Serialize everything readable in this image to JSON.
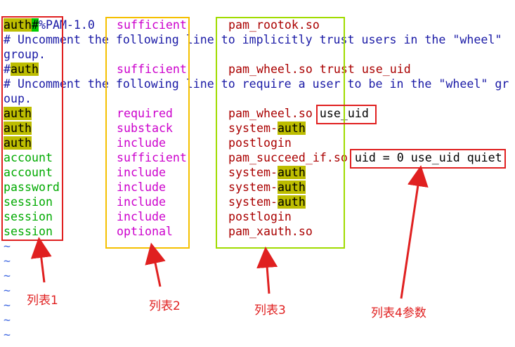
{
  "editor": {
    "header_cursor": "#",
    "header": "%PAM-1.0",
    "lines": [
      {
        "type": "rule",
        "col1": "auth",
        "col1_hl": true,
        "col2": "sufficient",
        "col3": "pam_rootok.so",
        "col3_hl": "",
        "col4": ""
      },
      {
        "type": "comment",
        "text": "# Uncomment the following line to implicitly trust users in the \"wheel\""
      },
      {
        "type": "comment",
        "text": "group."
      },
      {
        "type": "rule",
        "col1_prefix": "#",
        "col1": "auth",
        "col1_hl": true,
        "col2": "sufficient",
        "col3": "pam_wheel.so trust use_uid",
        "col3_hl": "",
        "col4": ""
      },
      {
        "type": "comment",
        "text": "# Uncomment the following line to require a user to be in the \"wheel\" gr"
      },
      {
        "type": "comment",
        "text": "oup."
      },
      {
        "type": "rule",
        "col1": "auth",
        "col1_hl": true,
        "col2": "required",
        "col3": "pam_wheel.so",
        "col3_hl": "",
        "col4": "use_uid"
      },
      {
        "type": "rule",
        "col1": "auth",
        "col1_hl": true,
        "col2": "substack",
        "col3": "system-",
        "col3_hl": "auth",
        "col4": ""
      },
      {
        "type": "rule",
        "col1": "auth",
        "col1_hl": true,
        "col2": "include",
        "col3": "postlogin",
        "col3_hl": "",
        "col4": ""
      },
      {
        "type": "rule",
        "col1": "account",
        "col1_hl": false,
        "col2": "sufficient",
        "col3": "pam_succeed_if.so",
        "col3_hl": "",
        "col4": "uid = 0 use_uid quiet"
      },
      {
        "type": "rule",
        "col1": "account",
        "col1_hl": false,
        "col2": "include",
        "col3": "system-",
        "col3_hl": "auth",
        "col4": ""
      },
      {
        "type": "rule",
        "col1": "password",
        "col1_hl": false,
        "col2": "include",
        "col3": "system-",
        "col3_hl": "auth",
        "col4": ""
      },
      {
        "type": "rule",
        "col1": "session",
        "col1_hl": false,
        "col2": "include",
        "col3": "system-",
        "col3_hl": "auth",
        "col4": ""
      },
      {
        "type": "rule",
        "col1": "session",
        "col1_hl": false,
        "col2": "include",
        "col3": "postlogin",
        "col3_hl": "",
        "col4": ""
      },
      {
        "type": "rule",
        "col1": "session",
        "col1_hl": false,
        "col2": "optional",
        "col3": "pam_xauth.so",
        "col3_hl": "",
        "col4": ""
      }
    ],
    "tilde_char": "~",
    "tilde_count": 7
  },
  "annotations": {
    "labels": [
      "列表1",
      "列表2",
      "列表3",
      "列表4参数"
    ]
  },
  "colors": {
    "keyword_green": "#00aa00",
    "control_magenta": "#cc00cc",
    "module_darkred": "#aa0000",
    "comment_blue": "#1a1aa6",
    "highlight_olive": "#bdbd00",
    "cursor_green": "#00cc00",
    "annotation_red": "#e02020",
    "box_yellow": "#f5c000",
    "box_green": "#a0dc00"
  }
}
